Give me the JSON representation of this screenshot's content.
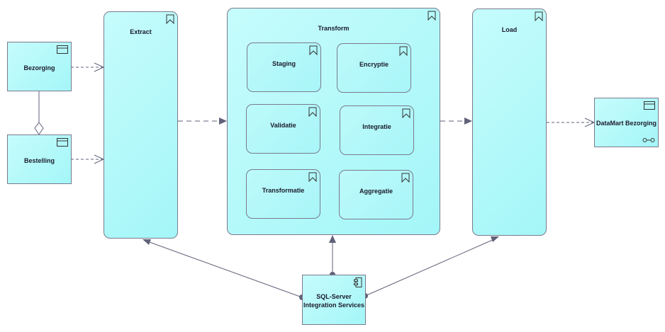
{
  "diagram": {
    "data_objects": {
      "bezorging": "Bezorging",
      "bestelling": "Bestelling",
      "datamart": "DataMart Bezorging"
    },
    "processes": {
      "extract": "Extract",
      "transform": "Transform",
      "load": "Load"
    },
    "transform_steps": {
      "staging": "Staging",
      "encryptie": "Encryptie",
      "validatie": "Validatie",
      "integratie": "Integratie",
      "transformatie": "Transformatie",
      "aggregatie": "Aggregatie"
    },
    "component": {
      "line1": "SQL-Server",
      "line2": "Integration Services"
    },
    "icons": {
      "process": "bookmark-icon",
      "data": "data-object-icon",
      "component": "component-icon",
      "interface": "interface-link-icon"
    },
    "colors": {
      "fill": "#b0f8f9",
      "stroke": "#7a7a8c",
      "line": "#5f6278"
    }
  }
}
